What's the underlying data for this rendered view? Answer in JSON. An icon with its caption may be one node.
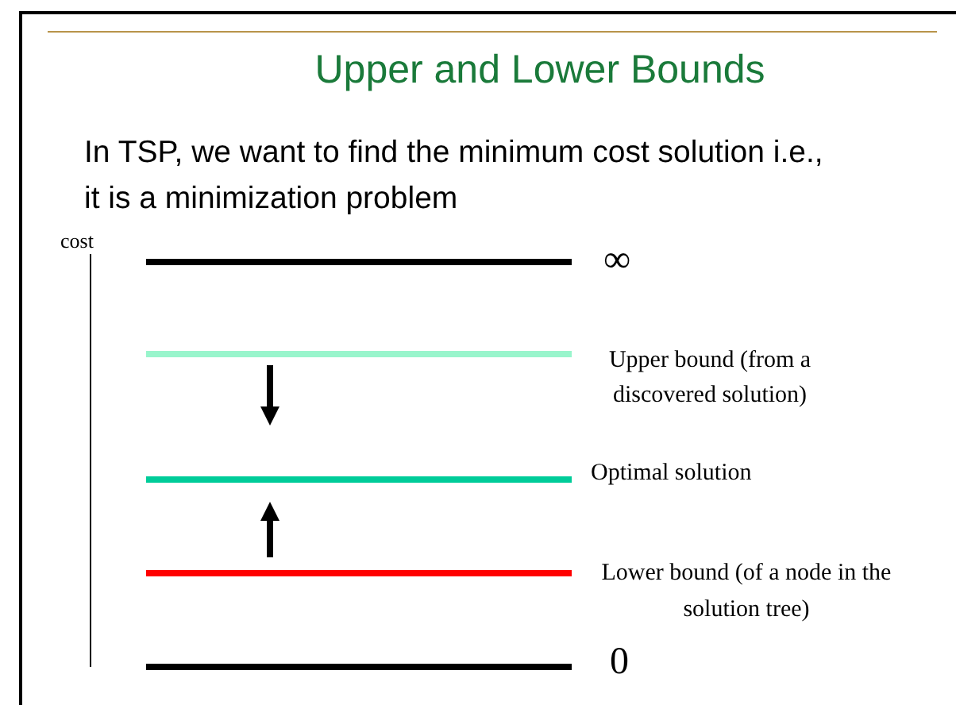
{
  "diagram": {
    "title": "Upper and Lower Bounds",
    "labels": [
      "In TSP, we want to find the minimum cost solution i.e., it is a minimization problem",
      "cost",
      "∞",
      "Upper bound (from a discovered solution)",
      "Optimal solution",
      "Lower bound (of a node in the solution tree)",
      "0"
    ]
  }
}
